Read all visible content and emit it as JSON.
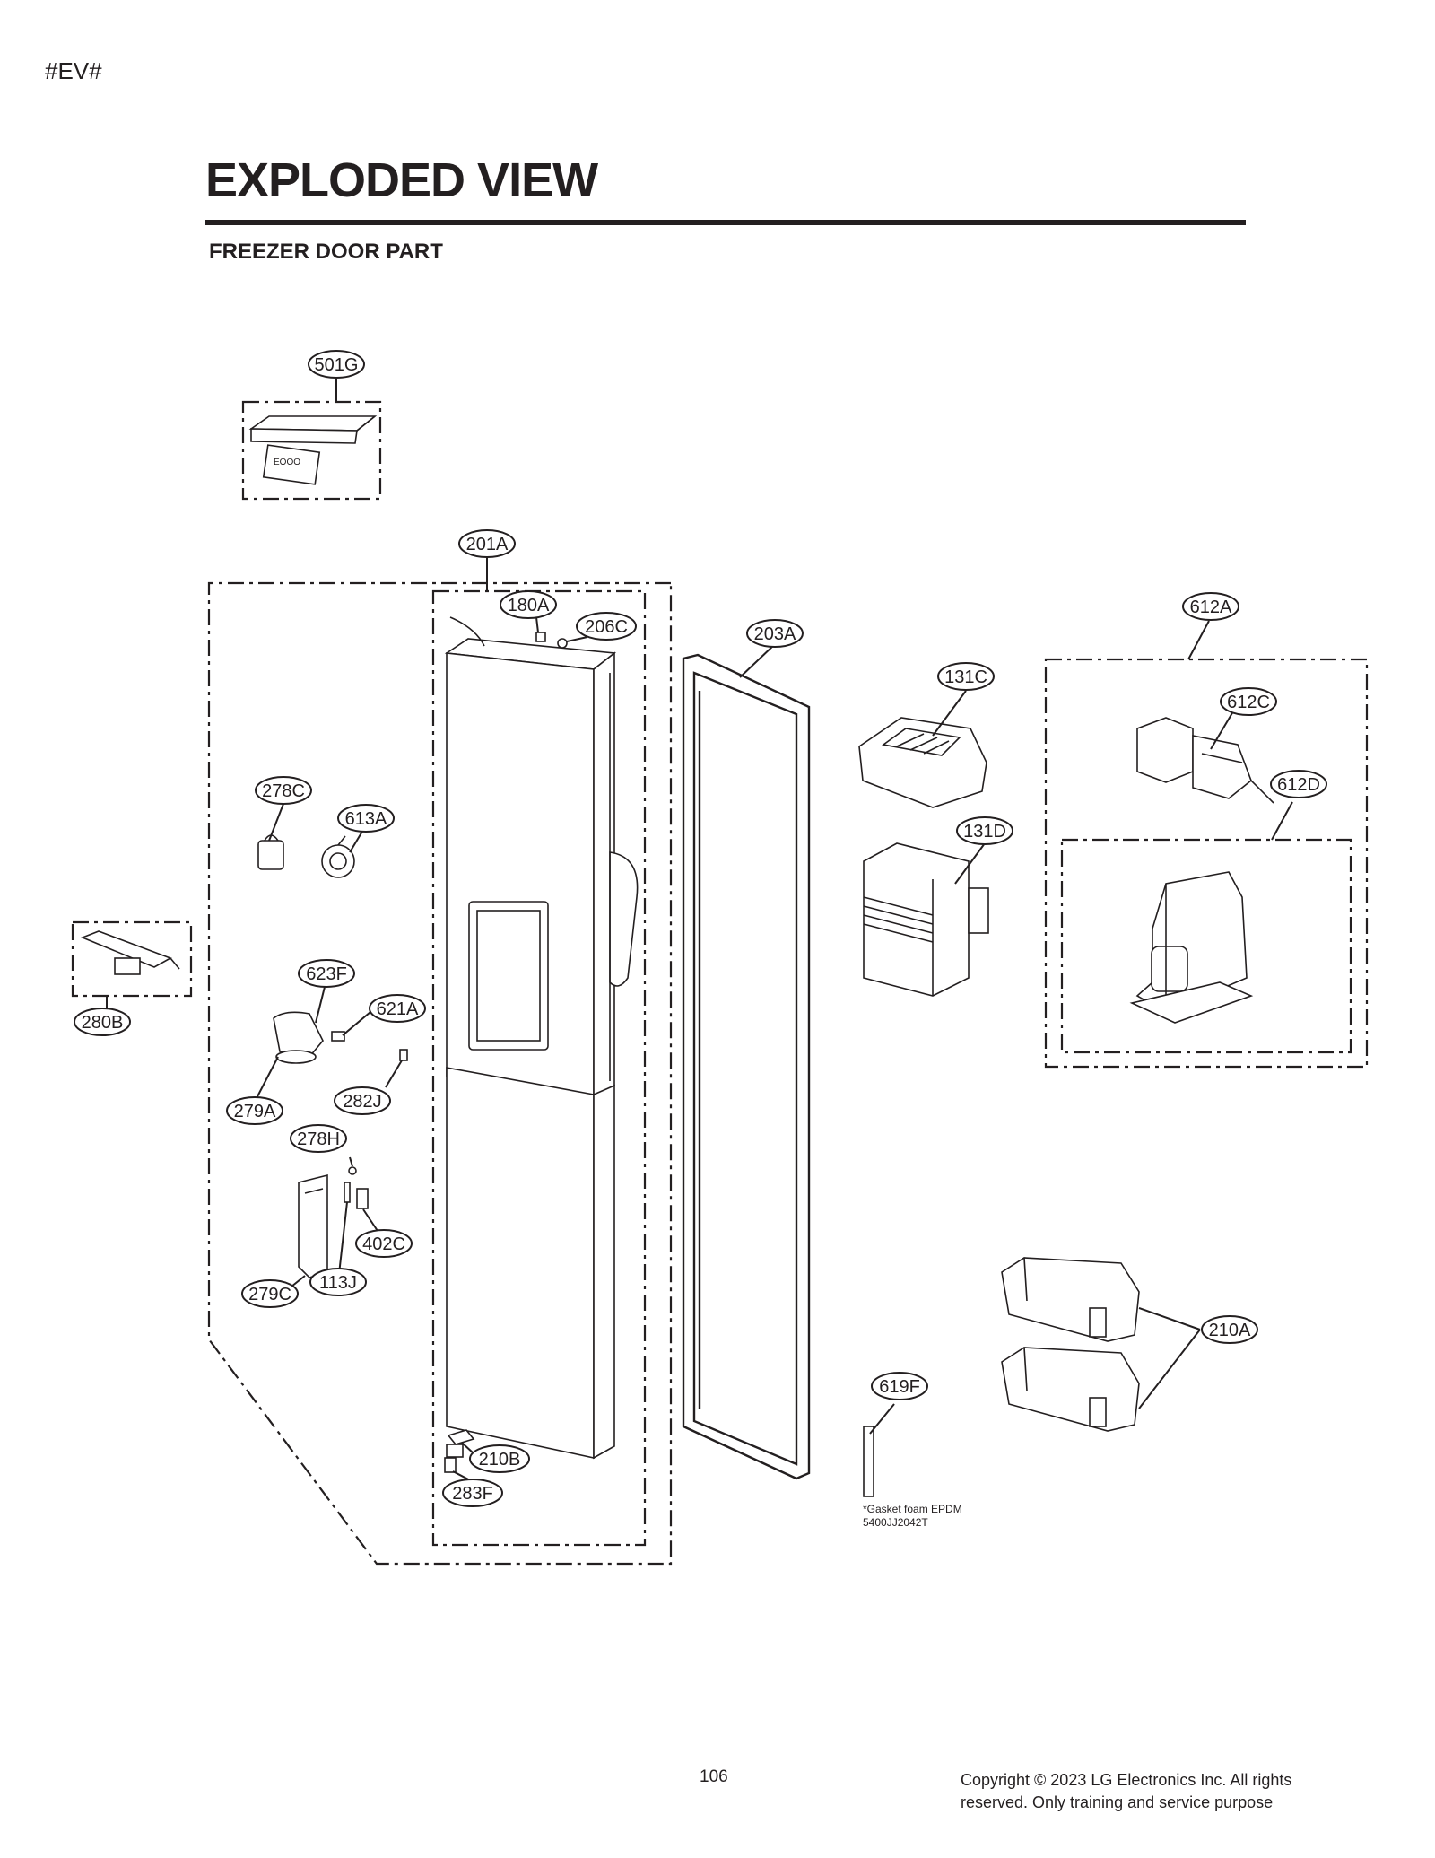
{
  "header": {
    "tag": "#EV#",
    "title": "EXPLODED VIEW",
    "subtitle": "FREEZER DOOR PART"
  },
  "callouts": {
    "c501G": "501G",
    "c201A": "201A",
    "c180A": "180A",
    "c206C": "206C",
    "c203A": "203A",
    "c612A": "612A",
    "c131C": "131C",
    "c612C": "612C",
    "c612D": "612D",
    "c278C": "278C",
    "c613A": "613A",
    "c131D": "131D",
    "c623F": "623F",
    "c621A": "621A",
    "c280B": "280B",
    "c282J": "282J",
    "c279A": "279A",
    "c278H": "278H",
    "c402C": "402C",
    "c113J": "113J",
    "c279C": "279C",
    "c210A": "210A",
    "c619F": "619F",
    "c210B": "210B",
    "c283F": "283F"
  },
  "note": {
    "line1": "*Gasket foam EPDM",
    "line2": "5400JJ2042T"
  },
  "footer": {
    "page_number": "106",
    "copyright_line1": "Copyright © 2023 LG Electronics Inc. All rights",
    "copyright_line2": "reserved. Only training and service purpose"
  }
}
